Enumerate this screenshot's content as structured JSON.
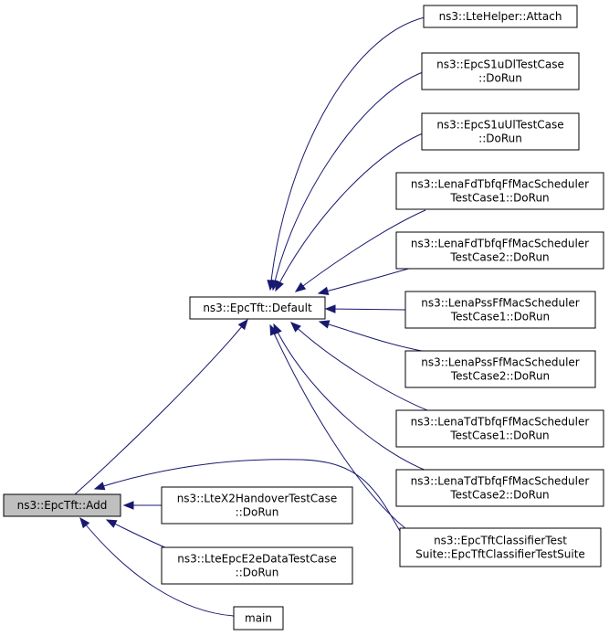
{
  "diagram": {
    "nodes": [
      {
        "id": "add",
        "lines": [
          "ns3::EpcTft::Add"
        ],
        "highlight": true
      },
      {
        "id": "default",
        "lines": [
          "ns3::EpcTft::Default"
        ]
      },
      {
        "id": "attach",
        "lines": [
          "ns3::LteHelper::Attach"
        ]
      },
      {
        "id": "s1udl",
        "lines": [
          "ns3::EpcS1uDlTestCase",
          "::DoRun"
        ]
      },
      {
        "id": "s1uul",
        "lines": [
          "ns3::EpcS1uUlTestCase",
          "::DoRun"
        ]
      },
      {
        "id": "fdtbfq1",
        "lines": [
          "ns3::LenaFdTbfqFfMacScheduler",
          "TestCase1::DoRun"
        ]
      },
      {
        "id": "fdtbfq2",
        "lines": [
          "ns3::LenaFdTbfqFfMacScheduler",
          "TestCase2::DoRun"
        ]
      },
      {
        "id": "pss1",
        "lines": [
          "ns3::LenaPssFfMacScheduler",
          "TestCase1::DoRun"
        ]
      },
      {
        "id": "pss2",
        "lines": [
          "ns3::LenaPssFfMacScheduler",
          "TestCase2::DoRun"
        ]
      },
      {
        "id": "tdtbfq1",
        "lines": [
          "ns3::LenaTdTbfqFfMacScheduler",
          "TestCase1::DoRun"
        ]
      },
      {
        "id": "tdtbfq2",
        "lines": [
          "ns3::LenaTdTbfqFfMacScheduler",
          "TestCase2::DoRun"
        ]
      },
      {
        "id": "classifier",
        "lines": [
          "ns3::EpcTftClassifierTest",
          "Suite::EpcTftClassifierTestSuite"
        ]
      },
      {
        "id": "x2",
        "lines": [
          "ns3::LteX2HandoverTestCase",
          "::DoRun"
        ]
      },
      {
        "id": "e2e",
        "lines": [
          "ns3::LteEpcE2eDataTestCase",
          "::DoRun"
        ]
      },
      {
        "id": "main",
        "lines": [
          "main"
        ]
      }
    ],
    "edges": [
      {
        "from": "default",
        "to": "attach"
      },
      {
        "from": "default",
        "to": "s1udl"
      },
      {
        "from": "default",
        "to": "s1uul"
      },
      {
        "from": "default",
        "to": "fdtbfq1"
      },
      {
        "from": "default",
        "to": "fdtbfq2"
      },
      {
        "from": "default",
        "to": "pss1"
      },
      {
        "from": "default",
        "to": "pss2"
      },
      {
        "from": "default",
        "to": "tdtbfq1"
      },
      {
        "from": "default",
        "to": "tdtbfq2"
      },
      {
        "from": "default",
        "to": "classifier"
      },
      {
        "from": "add",
        "to": "default"
      },
      {
        "from": "add",
        "to": "classifier"
      },
      {
        "from": "add",
        "to": "x2"
      },
      {
        "from": "add",
        "to": "e2e"
      },
      {
        "from": "add",
        "to": "main"
      }
    ],
    "colors": {
      "edge": "#191970",
      "root_fill": "#bfbfbf",
      "node_fill": "#ffffff",
      "border": "#000000"
    }
  }
}
